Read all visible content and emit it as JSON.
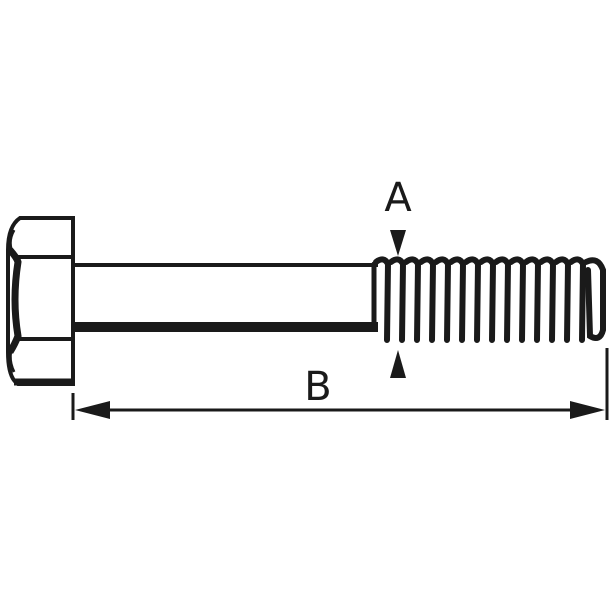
{
  "diagram": {
    "subject": "hex-head-bolt",
    "colors": {
      "line": "#1a1a1a",
      "background": "#ffffff"
    },
    "labels": {
      "thread_diameter": "A",
      "length": "B"
    },
    "thread_turns": 15
  }
}
